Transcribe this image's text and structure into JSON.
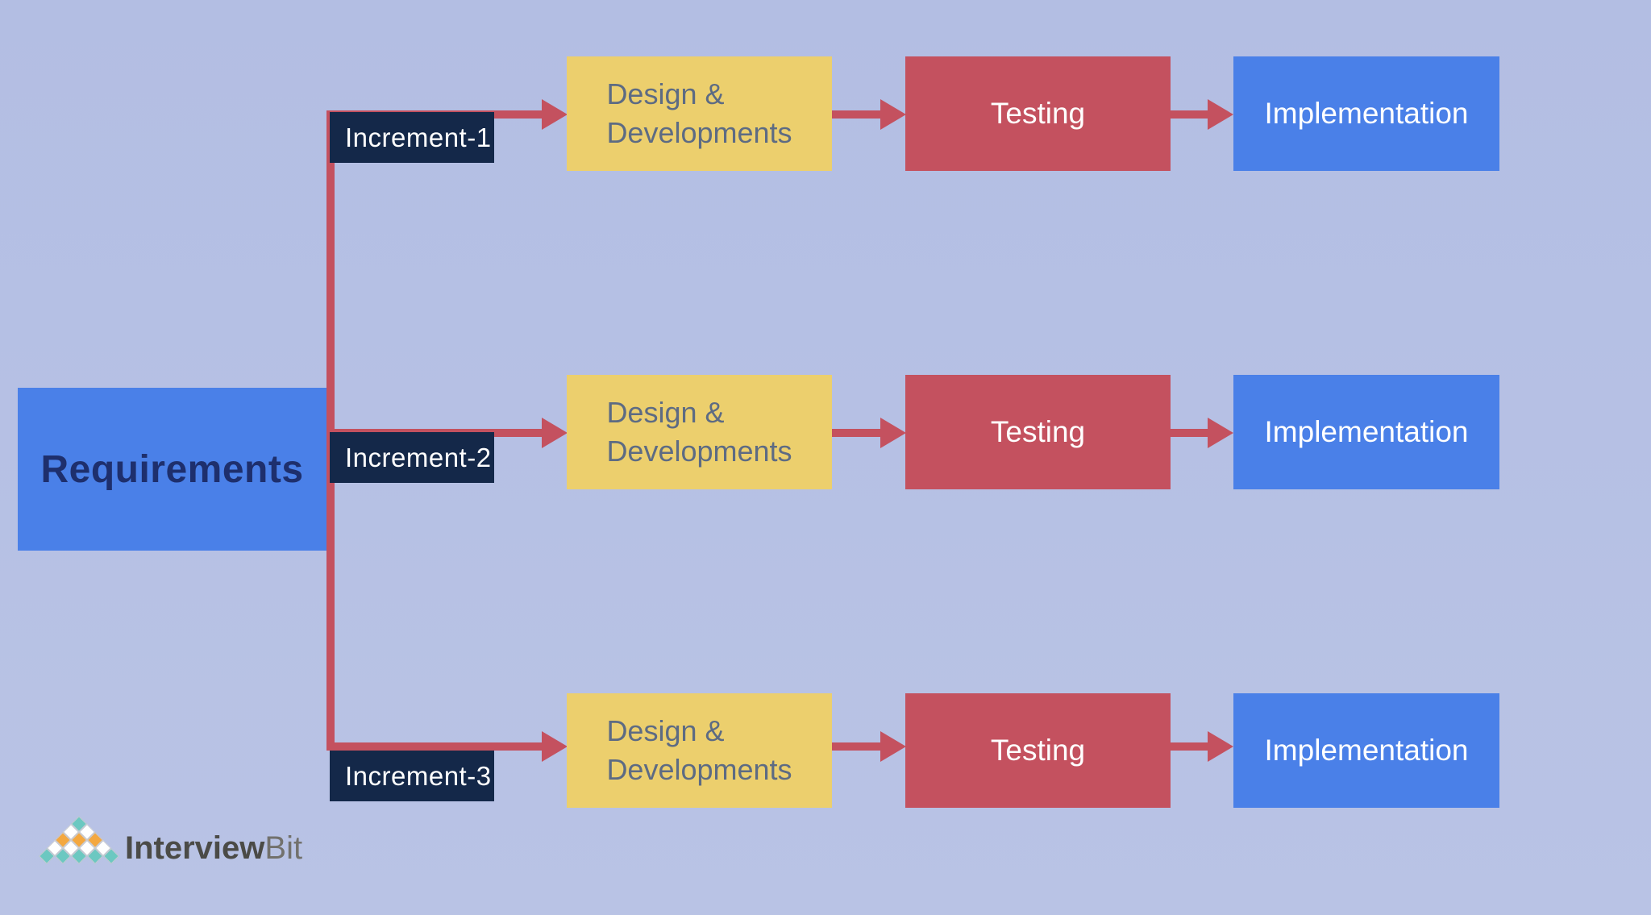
{
  "colors": {
    "background_top": "#b3bee3",
    "background_bottom": "#b9c3e5",
    "box_blue": "#4a80e8",
    "box_yellow": "#eccf6d",
    "box_red": "#c4515f",
    "arrow_red": "#c4515f",
    "box_navy": "#142849",
    "text_requirements": "#1e2f6d",
    "text_design": "#5d6b83",
    "text_white": "#ffffff",
    "logo_text_dark": "#4b4b47",
    "logo_text_light": "#72716d"
  },
  "requirements": {
    "label": "Requirements"
  },
  "rows": [
    {
      "label": "Increment-1",
      "design_line1": "Design &",
      "design_line2": "Developments",
      "testing": "Testing",
      "implementation": "Implementation"
    },
    {
      "label": "Increment-2",
      "design_line1": "Design &",
      "design_line2": "Developments",
      "testing": "Testing",
      "implementation": "Implementation"
    },
    {
      "label": "Increment-3",
      "design_line1": "Design &",
      "design_line2": "Developments",
      "testing": "Testing",
      "implementation": "Implementation"
    }
  ],
  "logo": {
    "brand_bold": "Interview",
    "brand_light": "Bit",
    "pyramid": {
      "colors": {
        "teal": "#6cc8c1",
        "orange": "#f4a840",
        "white": "#ffffff"
      },
      "rows": [
        [
          "teal"
        ],
        [
          "white",
          "white"
        ],
        [
          "orange",
          "orange",
          "orange"
        ],
        [
          "white",
          "white",
          "white",
          "white"
        ],
        [
          "teal",
          "teal",
          "teal",
          "teal",
          "teal"
        ]
      ]
    }
  }
}
